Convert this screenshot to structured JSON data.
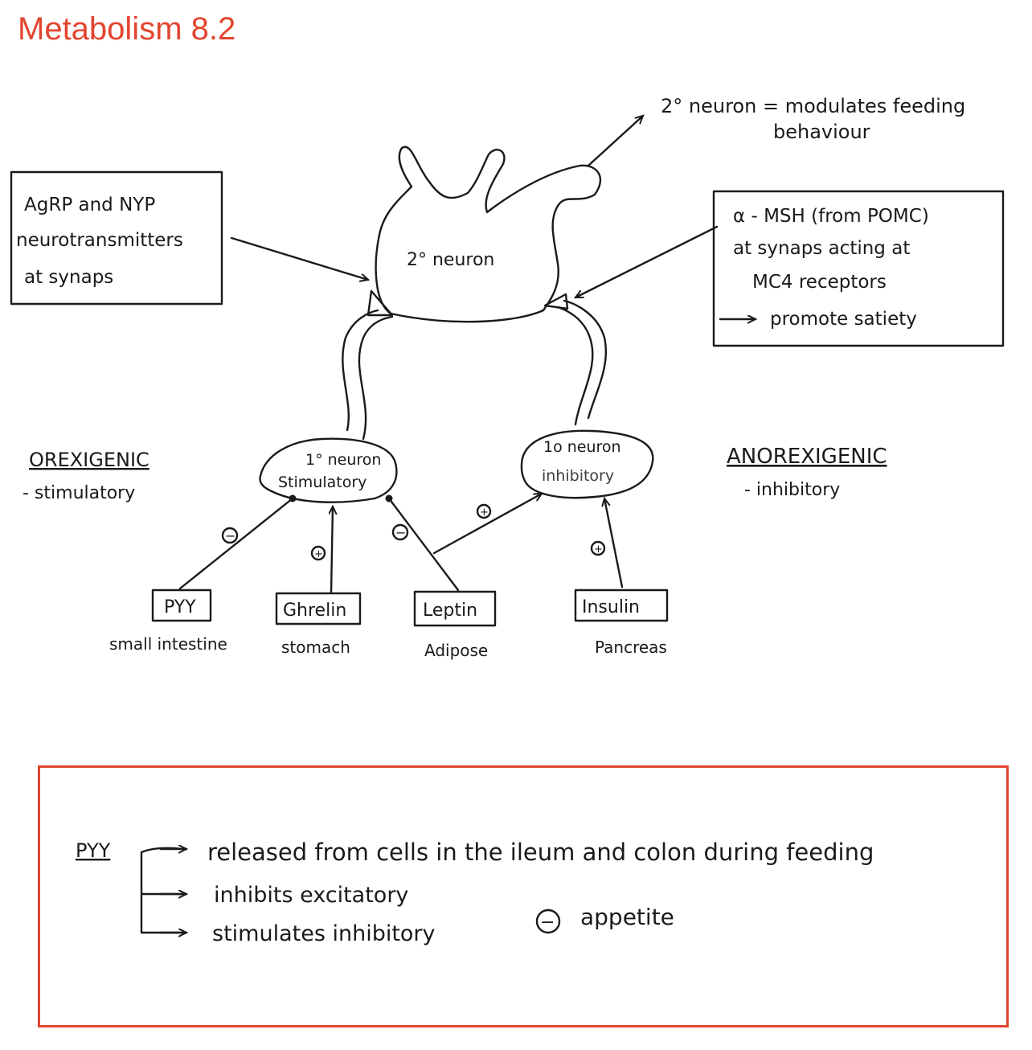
{
  "title": "Metabolism 8.2",
  "colors": {
    "accent": "#e2452f",
    "ink": "#1a1a1a"
  },
  "diagram": {
    "second_neuron_label": "2° neuron",
    "second_neuron_note": [
      "2° neuron = modulates feeding",
      "behaviour"
    ],
    "left_box": [
      "AgRP and NYP",
      "neurotransmitters",
      "at synaps"
    ],
    "right_box": [
      "α - MSH (from POMC)",
      "at synaps acting at",
      "MC4 receptors",
      "promote satiety"
    ],
    "primary_neuron_left": [
      "1° neuron",
      "Stimulatory"
    ],
    "primary_neuron_right": [
      "1o neuron",
      "inhibitory"
    ],
    "orexigenic": {
      "heading": "OREXIGENIC",
      "sub": "- stimulatory"
    },
    "anorexigenic": {
      "heading": "ANOREXIGENIC",
      "sub": "- inhibitory"
    },
    "signals": [
      {
        "name": "PYY",
        "source": "small intestine"
      },
      {
        "name": "Ghrelin",
        "source": "stomach"
      },
      {
        "name": "Leptin",
        "source": "Adipose"
      },
      {
        "name": "Insulin",
        "source": "Pancreas"
      }
    ],
    "signs": {
      "minus": "−",
      "plus": "+"
    }
  },
  "note": {
    "subject": "PYY",
    "lines": [
      "released from cells in the ileum and colon during feeding",
      "inhibits excitatory",
      "stimulates inhibitory"
    ],
    "effect_sign": "−",
    "effect_label": "appetite"
  }
}
